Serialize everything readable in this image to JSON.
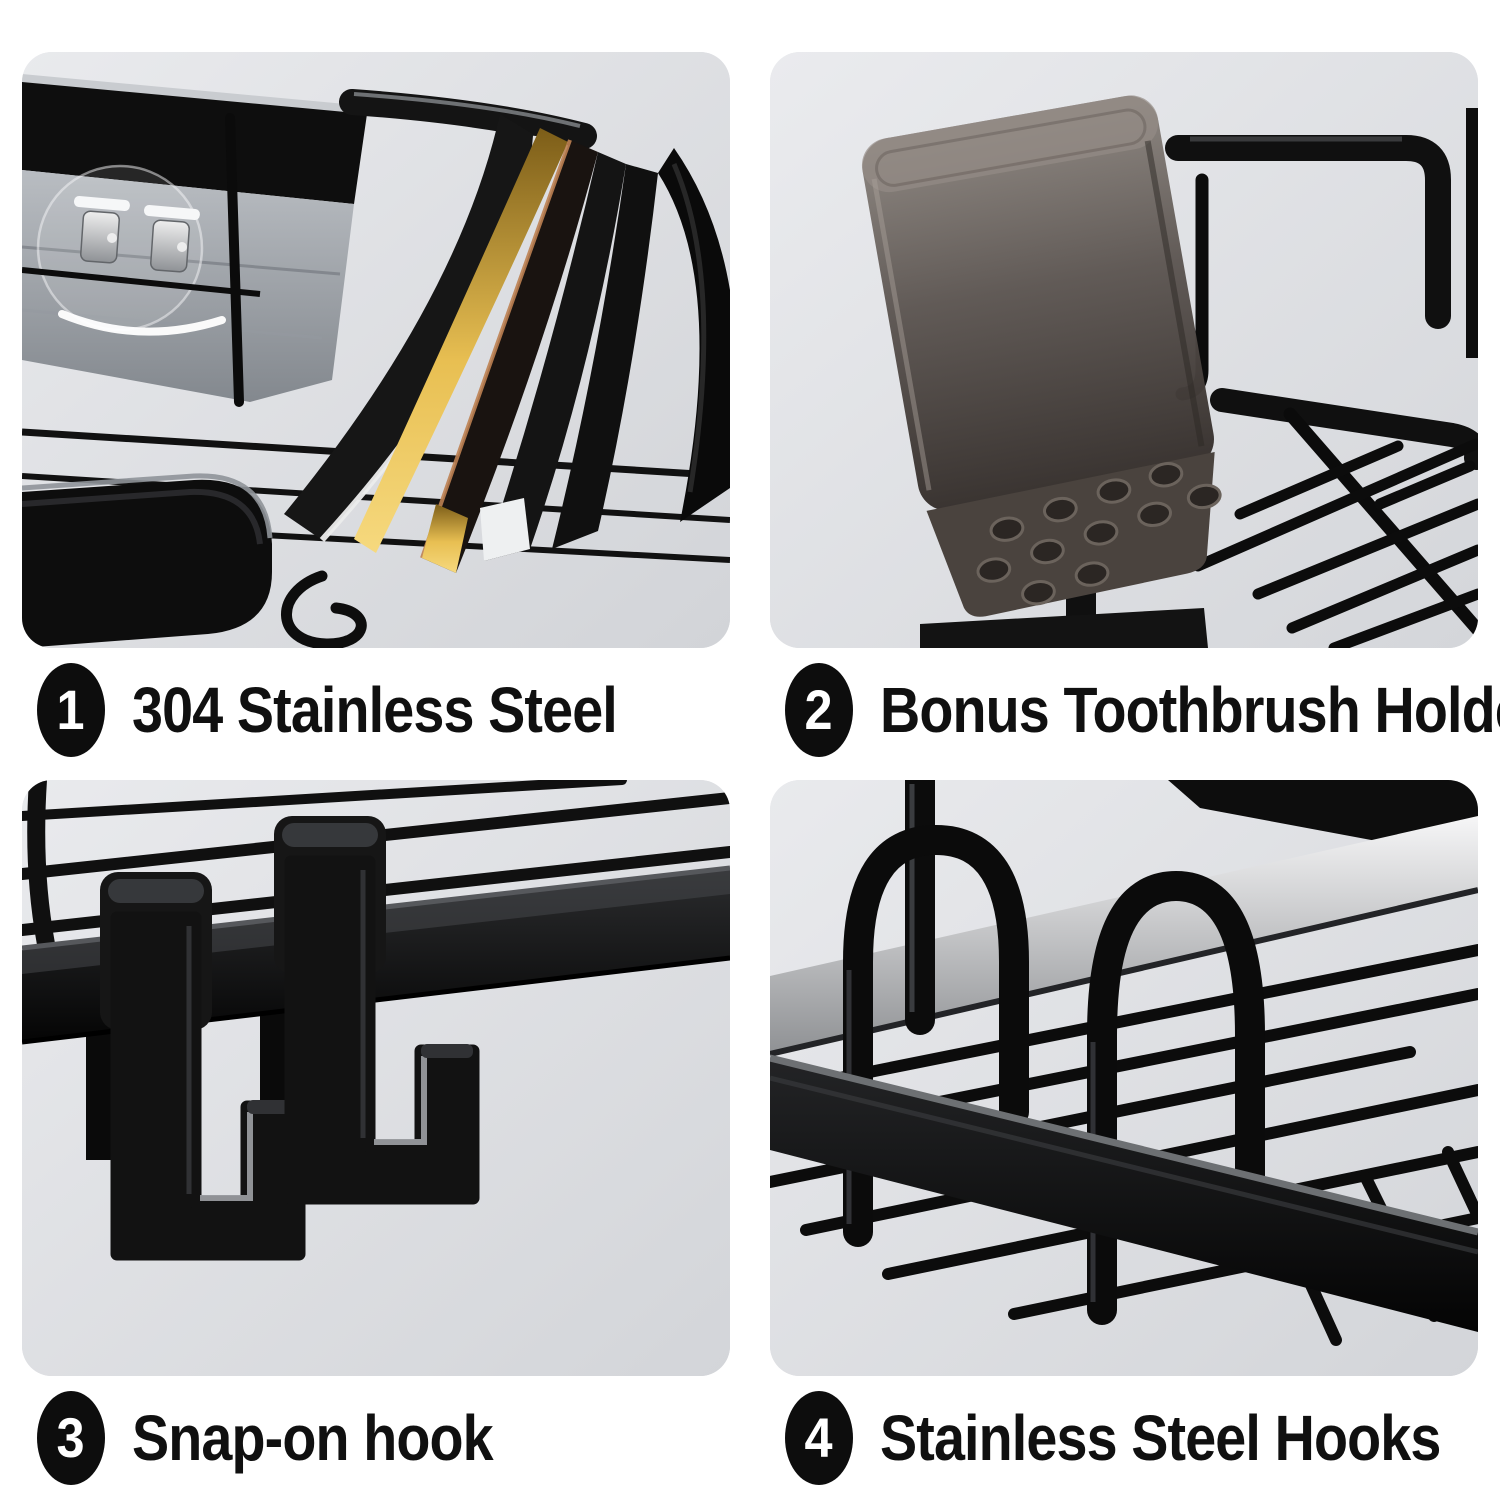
{
  "features": [
    {
      "number": "1",
      "label": "304 Stainless Steel",
      "image": "stainless-steel-layer-fan"
    },
    {
      "number": "2",
      "label": "Bonus Toothbrush Holder",
      "image": "toothbrush-holder-cup"
    },
    {
      "number": "3",
      "label": "Snap-on hook",
      "image": "snap-on-hooks-on-rail"
    },
    {
      "number": "4",
      "label": "Stainless Steel Hooks",
      "image": "wire-arch-hooks-on-rack"
    }
  ],
  "colors": {
    "page_background": "#ffffff",
    "tile_background_top": "#e8e9ec",
    "tile_background_bottom": "#d2d4d8",
    "badge_background": "#0d0d0d",
    "badge_number": "#ffffff",
    "label_text": "#101010",
    "metal_black": "#121212",
    "accent_gold": "#e8bf52",
    "accent_copper": "#bd8152",
    "accent_silver": "#ececec"
  }
}
